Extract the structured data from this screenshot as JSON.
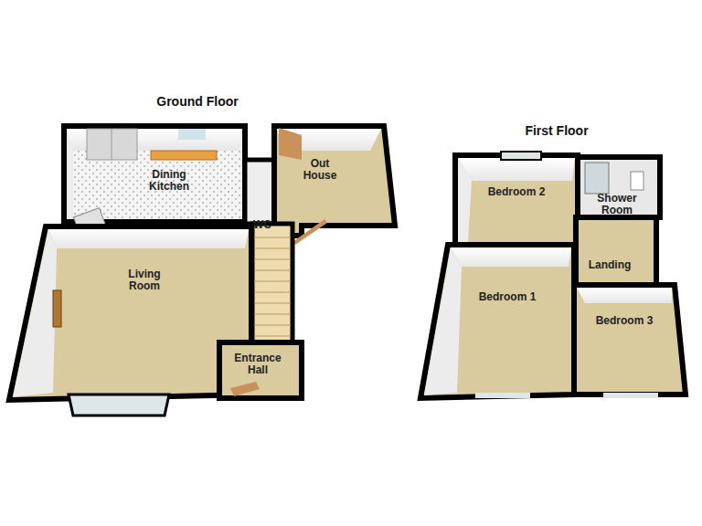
{
  "diagram": {
    "nodes": [
      {
        "text": [
          "Ground Floor"
        ]
      },
      {
        "text": [
          "Dining Kitchen"
        ],
        "in": 0
      },
      {
        "text": [
          "WC"
        ],
        "in": 0
      },
      {
        "text": [
          "Out House"
        ],
        "in": 0
      },
      {
        "text": [
          "Living Room"
        ],
        "in": 0
      },
      {
        "text": [
          "Entrance Hall"
        ],
        "in": 0
      },
      {
        "text": [
          "First Floor"
        ]
      },
      {
        "text": [
          "Bedroom 2"
        ],
        "in": 6
      },
      {
        "text": [
          "Shower Room"
        ],
        "in": 6
      },
      {
        "text": [
          "Landing"
        ],
        "in": 6
      },
      {
        "text": [
          "Bedroom 1"
        ],
        "in": 6
      },
      {
        "text": [
          "Bedroom 3"
        ],
        "in": 6
      }
    ]
  }
}
